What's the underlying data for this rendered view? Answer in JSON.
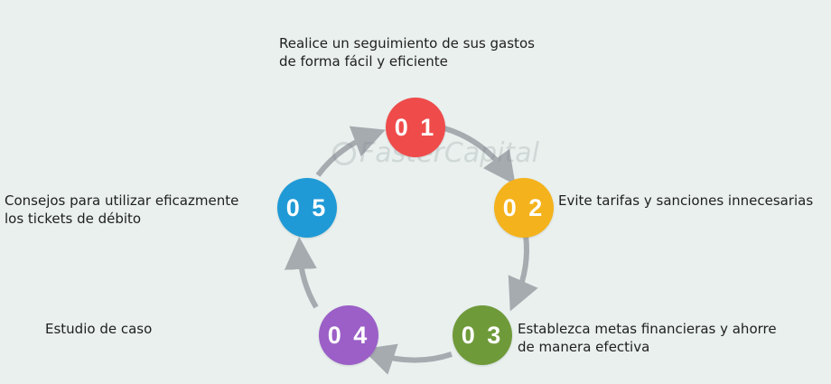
{
  "steps": [
    {
      "number": "0 1",
      "text": "Realice un seguimiento de sus gastos de forma fácil y eficiente",
      "color": "#ef4b4b"
    },
    {
      "number": "0 2",
      "text": "Evite tarifas y sanciones innecesarias",
      "color": "#f4b21c"
    },
    {
      "number": "0 3",
      "text": "Establezca metas financieras y ahorre de manera efectiva",
      "color": "#6f9a3a"
    },
    {
      "number": "0 4",
      "text": "Estudio de caso",
      "color": "#9b5fc7"
    },
    {
      "number": "0 5",
      "text": "Consejos para utilizar eficazmente los tickets de débito",
      "color": "#1f9ad6"
    }
  ],
  "watermark": "FasterCapital",
  "colors": {
    "background": "#e9f0ee",
    "arrow": "#a6abb0"
  }
}
